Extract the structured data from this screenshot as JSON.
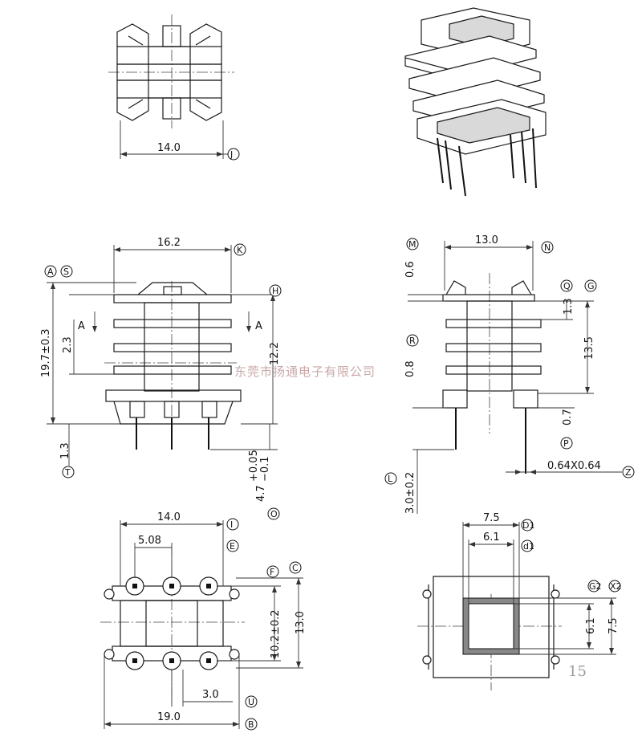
{
  "dimensions": {
    "top_width": "14.0",
    "front_width": "16.2",
    "total_height": "19.7±0.3",
    "top_offset": "2.3",
    "winding_height": "12.2",
    "pin_base": "1.3",
    "pin_length_upper": "+0.05",
    "pin_length_lower": "−0.1",
    "pin_length": "4.7",
    "side_width": "13.0",
    "side_top": "0.6",
    "flange_gap": "1.3",
    "side_height": "13.5",
    "side_mid": "0.8",
    "side_pin_base": "0.7",
    "pin_section": "0.64X0.64",
    "side_pin_length": "3.0±0.2",
    "bottom_width": "14.0",
    "pin_pitch": "5.08",
    "row_pitch": "10.2±0.2",
    "bottom_depth": "13.0",
    "pin_offset": "3.0",
    "overall_width": "19.0",
    "core_width": "7.5",
    "core_inner": "6.1",
    "core_inner_v": "6.1",
    "core_width_v": "7.5"
  },
  "section_labels": {
    "left": "A",
    "right": "A"
  },
  "callouts": {
    "J": "J",
    "K": "K",
    "A": "A",
    "S": "S",
    "H": "H",
    "T": "T",
    "O": "O",
    "M": "M",
    "N": "N",
    "Q": "Q",
    "G": "G",
    "R": "R",
    "P": "P",
    "L": "L",
    "Z": "Z",
    "I": "I",
    "E": "E",
    "F": "F",
    "C": "C",
    "U": "U",
    "B": "B",
    "D1": "D1",
    "d1": "d1",
    "G2": "G2",
    "X2": "X2"
  },
  "watermark": "东莞市扬通电子有限公司",
  "page_number": "15"
}
